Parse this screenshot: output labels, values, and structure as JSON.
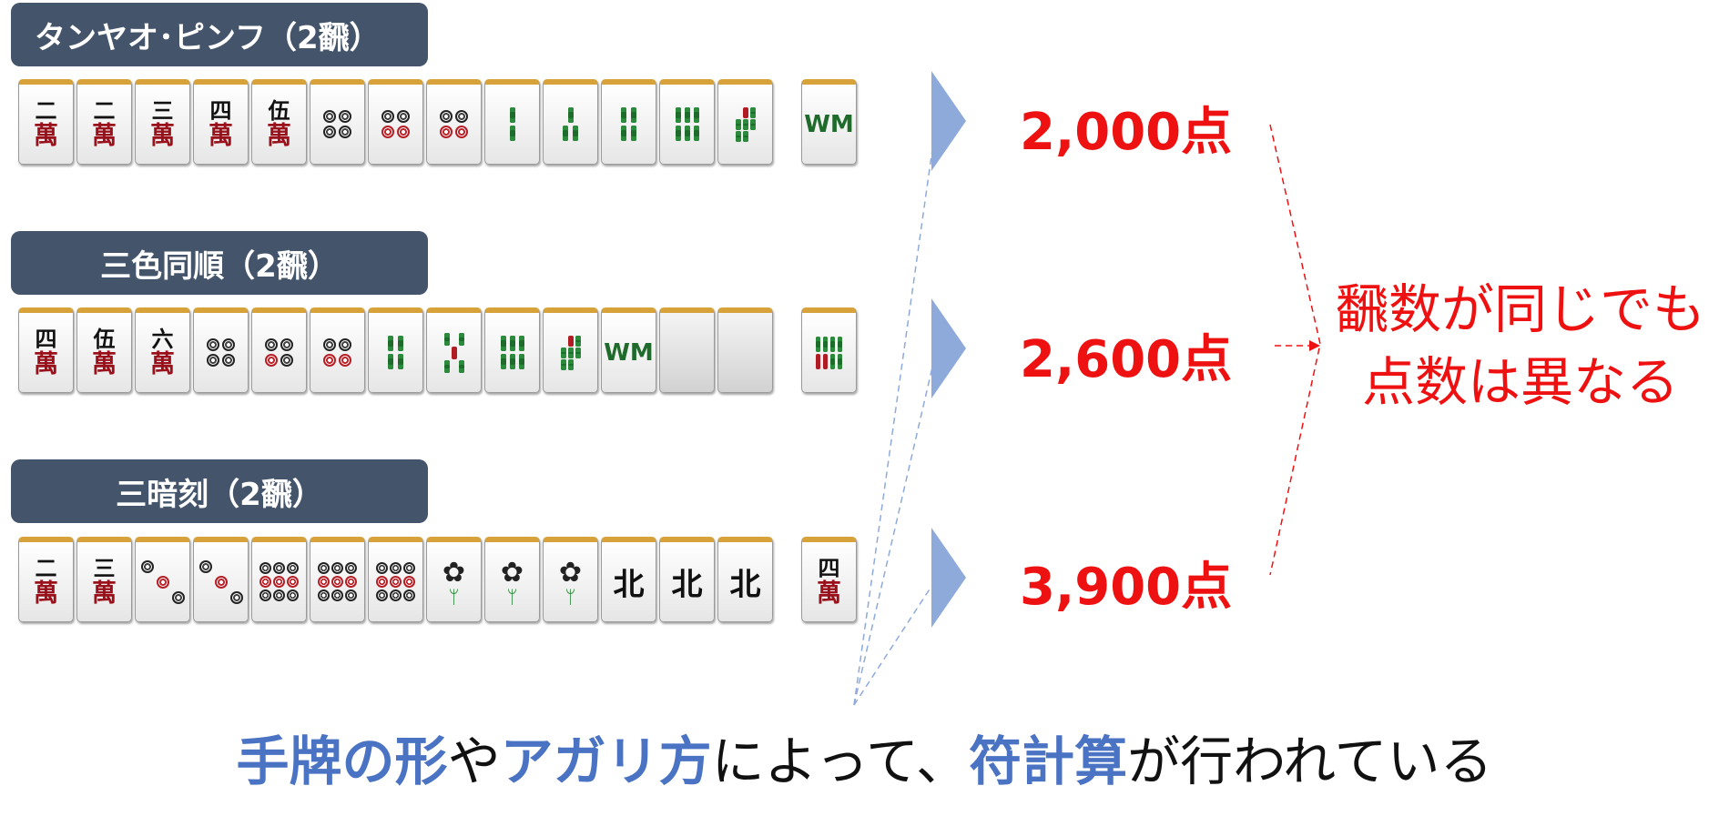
{
  "hands": [
    {
      "label": "タンヤオ･ピンフ（2飜）"
    },
    {
      "label": "三色同順（2飜）"
    },
    {
      "label": "三暗刻（2飜）"
    }
  ],
  "tiles": {
    "man2": {
      "top": "二",
      "bot": "萬"
    },
    "man3": {
      "top": "三",
      "bot": "萬"
    },
    "man4": {
      "top": "四",
      "bot": "萬"
    },
    "man5": {
      "top": "伍",
      "bot": "萬"
    },
    "man6": {
      "top": "六",
      "bot": "萬"
    },
    "green": {
      "text": "WM"
    },
    "north": {
      "text": "北"
    },
    "flower": {
      "text": "✿",
      "leaf": "ᛘ"
    }
  },
  "scores": [
    "2,000点",
    "2,600点",
    "3,900点"
  ],
  "note": {
    "line1": "飜数が同じでも",
    "line2": "点数は異なる"
  },
  "caption": {
    "p1": "手牌の形",
    "p2": "や",
    "p3": "アガリ方",
    "p4": "によって、",
    "p5": "符計算",
    "p6": "が行われている"
  },
  "colors": {
    "label_bg": "#44546a",
    "score": "#ee1111",
    "emphasis": "#4a73c4",
    "arrow": "#8eaadb"
  }
}
